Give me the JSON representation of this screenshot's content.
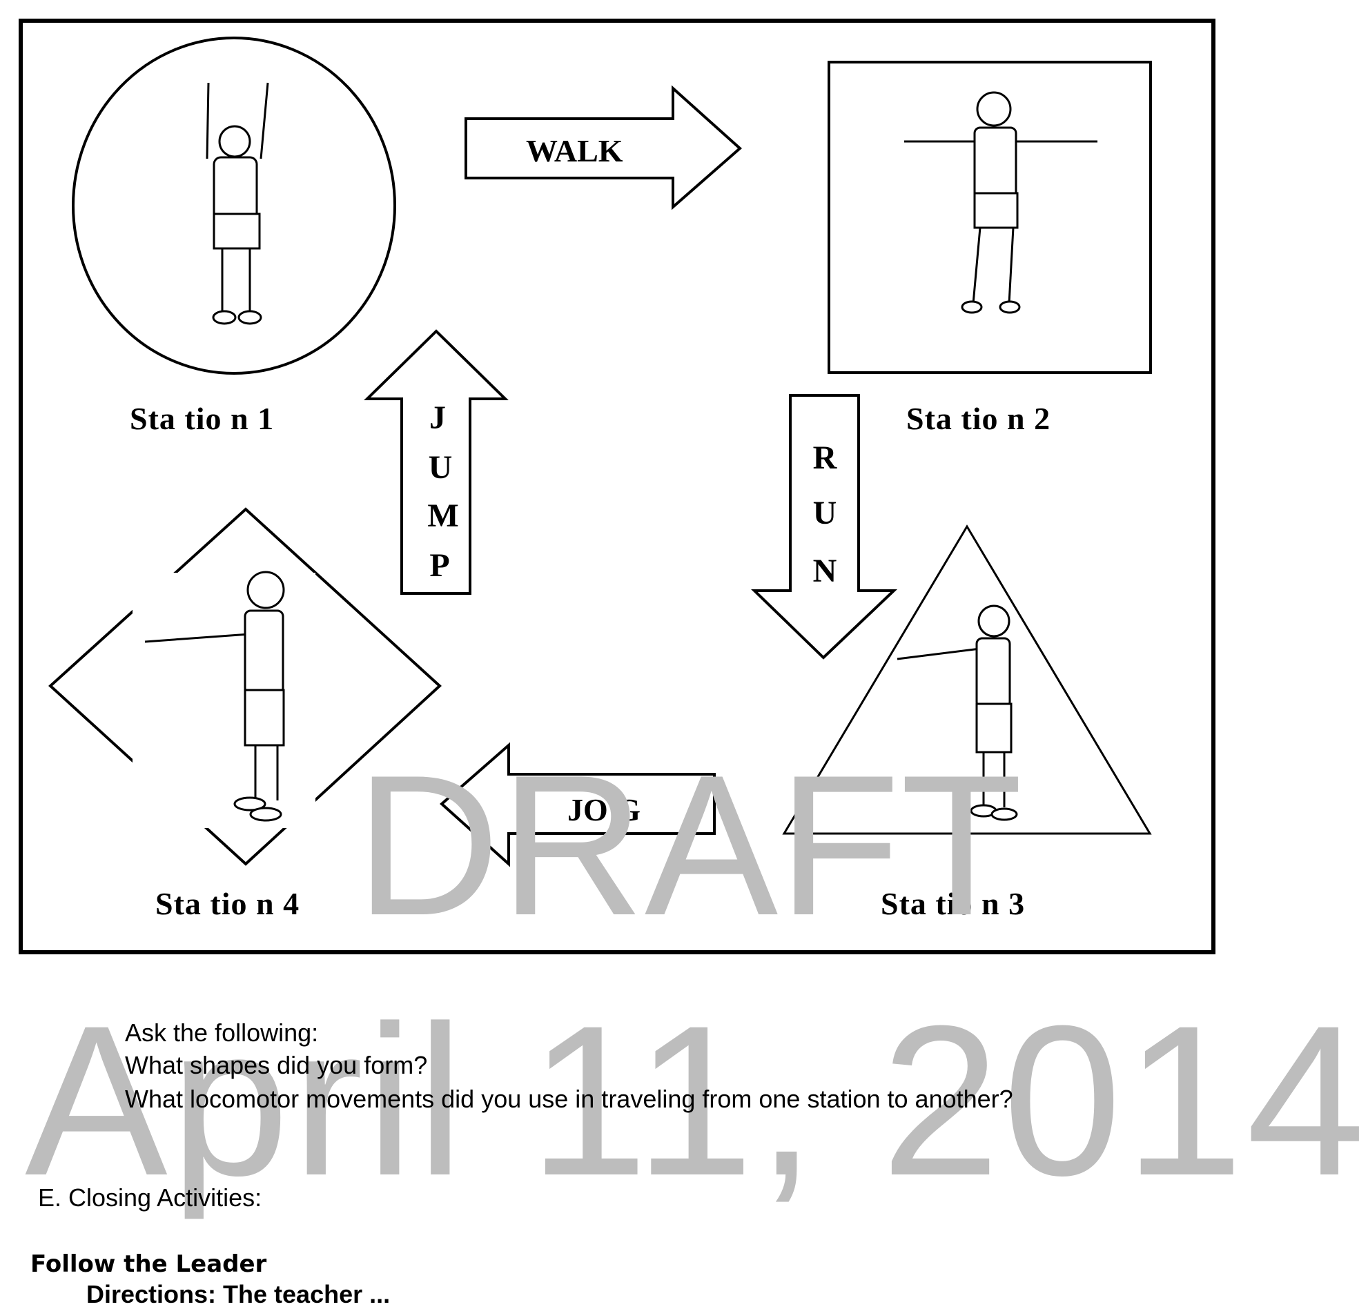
{
  "diagram": {
    "stations": [
      {
        "label": "Sta tio n 1",
        "shape": "circle",
        "pose": "arms raised overhead"
      },
      {
        "label": "Sta tio n 2",
        "shape": "square",
        "pose": "arms extended sideways"
      },
      {
        "label": "Sta tio n 3",
        "shape": "triangle",
        "pose": "arms extended forward"
      },
      {
        "label": "Sta tio n 4",
        "shape": "diamond",
        "pose": "arms extended forward"
      }
    ],
    "arrows": {
      "walk": "WALK",
      "run": [
        "R",
        "U",
        "N"
      ],
      "jog": "JO G",
      "jump": [
        "J",
        "U",
        "M",
        "P"
      ]
    }
  },
  "watermarks": {
    "draft": "DRAFT",
    "date": "April 11, 2014"
  },
  "questions": {
    "intro": "Ask the following:",
    "q1": "What shapes did you form?",
    "q2": "What locomotor movements did you use in traveling from one station to another?"
  },
  "closing": {
    "heading": "E. Closing Activities:",
    "activity_title": "Follow the Leader",
    "directions_partial": "Directions: The teacher ... "
  }
}
